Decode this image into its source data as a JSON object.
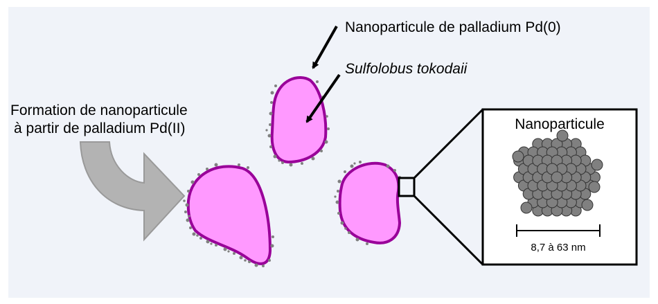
{
  "labels": {
    "formation_line1": "Formation de nanoparticule",
    "formation_line2": "à partir de palladium Pd(II)",
    "pd0": "Nanoparticule de palladium Pd(0)",
    "organism": "Sulfolobus tokodaii",
    "inset_title": "Nanoparticule",
    "size_range": "8,7 à 63 nm"
  },
  "colors": {
    "background": "#f0f3f9",
    "cell_fill": "#ff99ff",
    "cell_stroke": "#990099",
    "arrow_fill": "#b3b3b3",
    "arrow_stroke": "#999999",
    "particle": "#808080"
  },
  "icons": {
    "process_arrow": "curved-arrow-icon",
    "pointer": "arrow-icon"
  }
}
